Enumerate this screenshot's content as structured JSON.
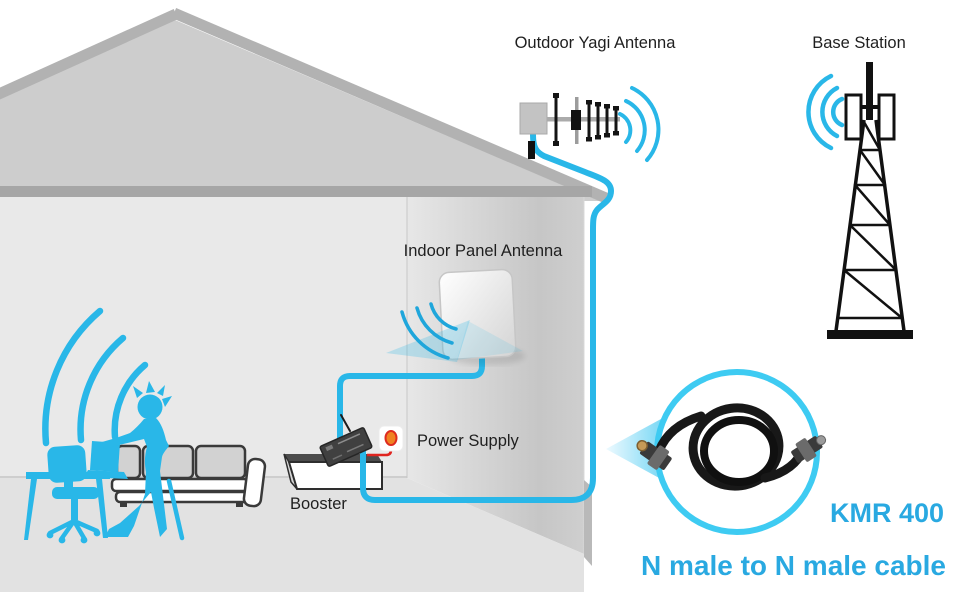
{
  "title": "Cell signal booster installation diagram",
  "labels": {
    "outdoor_yagi_antenna": "Outdoor Yagi Antenna",
    "base_station": "Base Station",
    "indoor_panel_antenna": "Indoor Panel Antenna",
    "power_supply": "Power Supply",
    "booster": "Booster"
  },
  "inset": {
    "model": "KMR 400",
    "description": "N male to N male cable"
  },
  "colors": {
    "accent_cyan": "#29b7e8",
    "inset_text_cyan": "#29a9e1",
    "label_text": "#1f1f1f",
    "power_cable_red": "#e0231e",
    "outlet_orange": "#f08222",
    "roof_gray": "#cdcdcd",
    "wall_gray": "#e9e9e9"
  }
}
